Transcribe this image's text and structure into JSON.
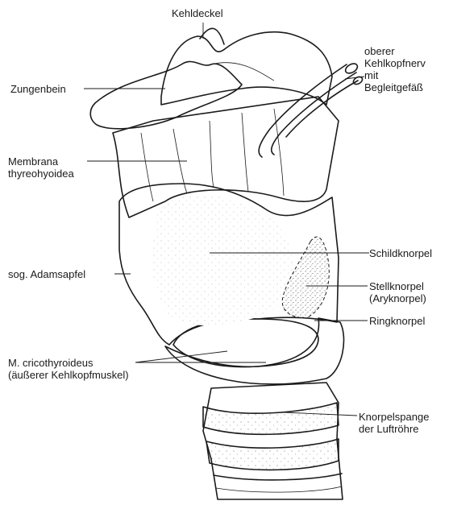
{
  "labels": {
    "epiglottis": "Kehldeckel",
    "nerve_line1": "oberer",
    "nerve_line2": "Kehlkopfnerv",
    "nerve_line3": "mit",
    "nerve_line4": "Begleitgefäß",
    "hyoid": "Zungenbein",
    "membrane_line1": "Membrana",
    "membrane_line2": "thyreohyoidea",
    "adams_apple": "sog. Adamsapfel",
    "thyroid": "Schildknorpel",
    "arytenoid_line1": "Stellknorpel",
    "arytenoid_line2": "(Aryknorpel)",
    "cricoid": "Ringknorpel",
    "muscle_line1": "M. cricothyroideus",
    "muscle_line2": "(äußerer Kehlkopfmuskel)",
    "trachea_line1": "Knorpelspange",
    "trachea_line2": "der Luftröhre"
  }
}
